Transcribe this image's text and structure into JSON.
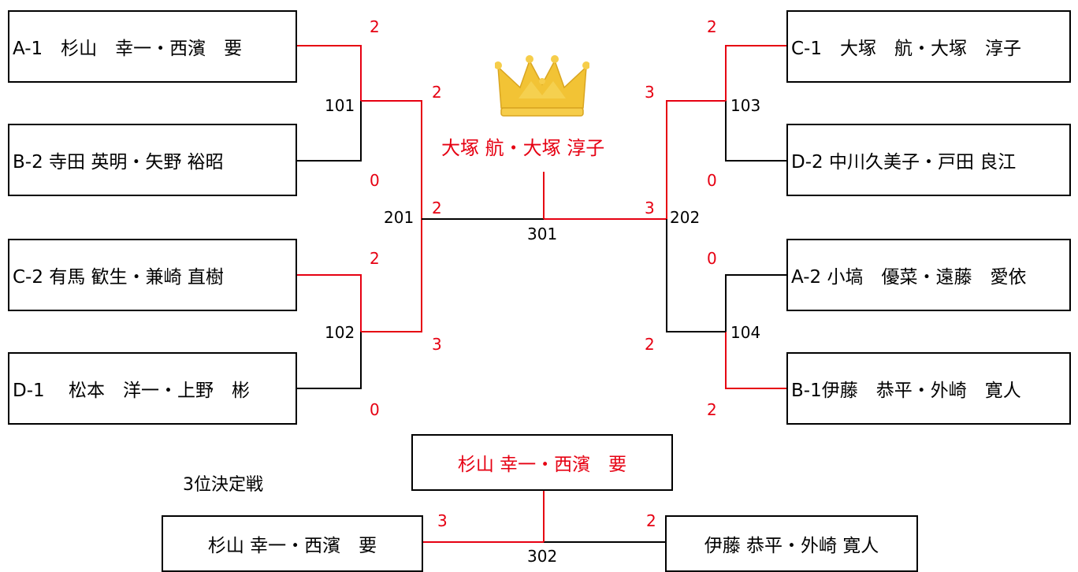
{
  "teams": {
    "a1": "A-1　杉山　幸一・西濱　要",
    "b2": "B-2 寺田 英明・矢野 裕昭",
    "c2": "C-2 有馬 歓生・兼崎 直樹",
    "d1": "D-1　 松本　洋一・上野　彬",
    "c1": "C-1　大塚　航・大塚　淳子",
    "d2": "D-2 中川久美子・戸田 良江",
    "a2": "A-2 小塙　優菜・遠藤　愛依",
    "b1": "B-1伊藤　恭平・外崎　寛人"
  },
  "matches": {
    "m101": "101",
    "m102": "102",
    "m103": "103",
    "m104": "104",
    "m201": "201",
    "m202": "202",
    "m301": "301",
    "m302": "302"
  },
  "scores": {
    "a1": "2",
    "b2": "0",
    "c2": "2",
    "d1": "0",
    "c1": "2",
    "d2": "0",
    "a2": "0",
    "b1": "2",
    "m201_top": "2",
    "m201_bottom": "3",
    "m202_top": "3",
    "m202_bottom": "2",
    "m301_left": "2",
    "m301_right": "3",
    "m302_left": "3",
    "m302_right": "2"
  },
  "champion": "大塚 航・大塚 淳子",
  "third_place": {
    "title": "3位決定戦",
    "winner": "杉山 幸一・西濱　要",
    "left": "杉山 幸一・西濱　要",
    "right": "伊藤 恭平・外崎 寛人"
  },
  "colors": {
    "winner_line": "#e60012",
    "loser_line": "#000000",
    "crown": "#f2c335"
  },
  "icons": {
    "crown": "crown-icon"
  }
}
